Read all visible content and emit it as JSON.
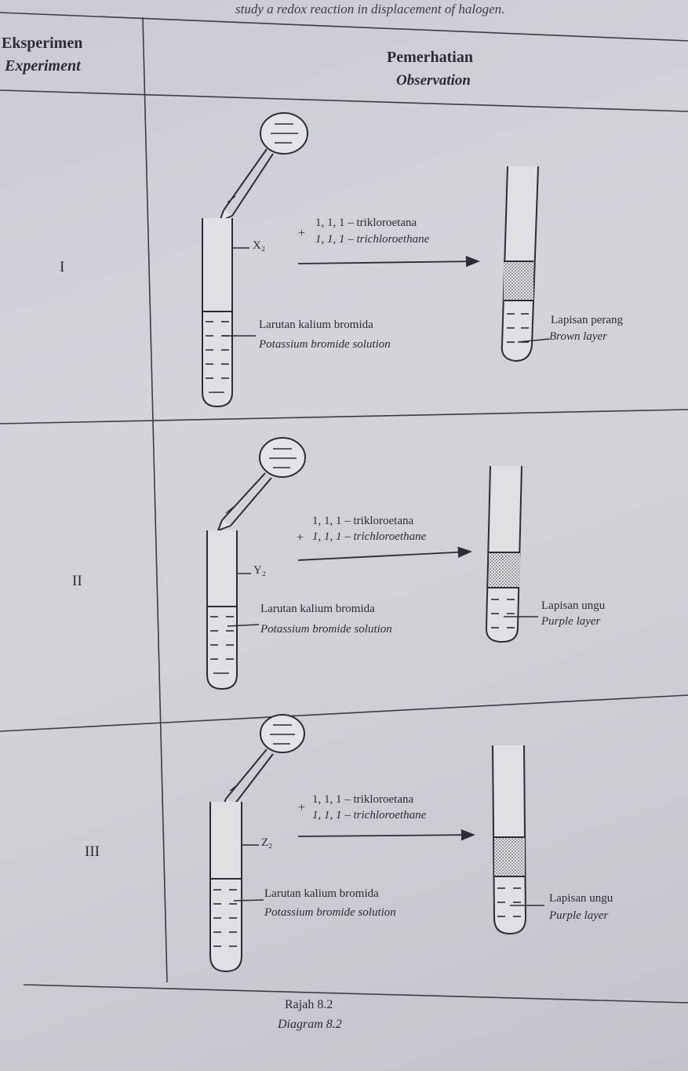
{
  "top_caption": "study a redox reaction in displacement of halogen.",
  "table": {
    "header": {
      "experiment_ms": "Eksperimen",
      "experiment_en": "Experiment",
      "observation_ms": "Pemerhatian",
      "observation_en": "Observation"
    },
    "rows": [
      {
        "id": "I",
        "halogen_label": "X₂",
        "solvent_ms": "1, 1, 1 – trikloroetana",
        "solvent_en": "1, 1, 1 – trichloroethane",
        "solution_ms": "Larutan kalium bromida",
        "solution_en": "Potassium bromide solution",
        "observation_ms": "Lapisan perang",
        "observation_en": "Brown layer"
      },
      {
        "id": "II",
        "halogen_label": "Y₂",
        "solvent_ms": "1, 1, 1 – trikloroetana",
        "solvent_en": "1, 1, 1 – trichloroethane",
        "solution_ms": "Larutan kalium bromida",
        "solution_en": "Potassium bromide solution",
        "observation_ms": "Lapisan ungu",
        "observation_en": "Purple layer"
      },
      {
        "id": "III",
        "halogen_label": "Z₂",
        "solvent_ms": "1, 1, 1 – trikloroetana",
        "solvent_en": "1, 1, 1 – trichloroethane",
        "solution_ms": "Larutan kalium bromida",
        "solution_en": "Potassium bromide solution",
        "observation_ms": "Lapisan ungu",
        "observation_en": "Purple layer"
      }
    ]
  },
  "figure_caption_ms": "Rajah 8.2",
  "figure_caption_en": "Diagram 8.2"
}
